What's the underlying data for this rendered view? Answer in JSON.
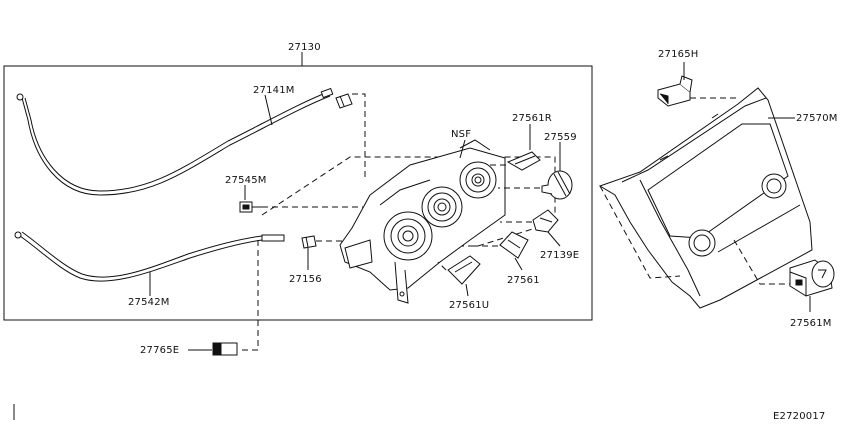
{
  "labels": {
    "p27130": "27130",
    "p27141M": "27141M",
    "p27545M": "27545M",
    "pNSF": "NSF",
    "p27561R": "27561R",
    "p27559": "27559",
    "p27139E": "27139E",
    "p27561": "27561",
    "p27561U": "27561U",
    "p27156": "27156",
    "p27542M": "27542M",
    "p27765E": "27765E",
    "p27165H": "27165H",
    "p27570M": "27570M",
    "p27561M": "27561M"
  },
  "footer": {
    "code": "E2720017"
  }
}
